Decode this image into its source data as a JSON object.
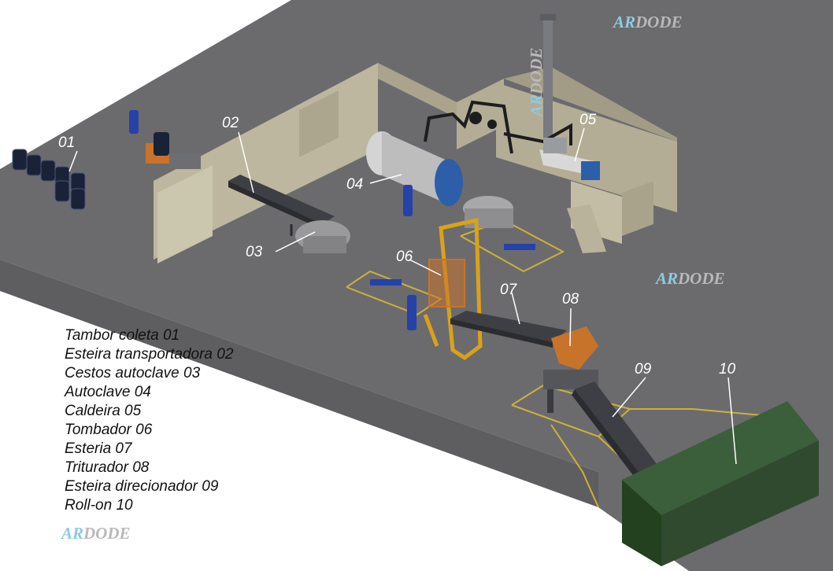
{
  "callouts": [
    "01",
    "02",
    "03",
    "04",
    "05",
    "06",
    "07",
    "08",
    "09",
    "10"
  ],
  "legend": [
    "Tambor coleta 01",
    "Esteira transportadora 02",
    "Cestos autoclave 03",
    "Autoclave 04",
    "Caldeira 05",
    "Tombador 06",
    "Esteria 07",
    "Triturador 08",
    "Esteira direcionador 09",
    "Roll-on 10"
  ],
  "watermark": {
    "prefix": "AR",
    "suffix": "DODE"
  },
  "colors": {
    "floor": "#6b6b6e",
    "wall": "#bdb79f",
    "conveyor": "#3e3f44",
    "drum": "#1a2238",
    "container": "#2f4a2f",
    "hopper": "#c8732a",
    "frame": "#d9a21a",
    "worker": "#2641a8",
    "boiler": "#2c5fa8",
    "guide_line": "#c9b23a",
    "label": "#ffffff",
    "legend_text": "#111111",
    "watermark_prefix": "#8ecbe0",
    "watermark_suffix": "#b9b9b9"
  }
}
